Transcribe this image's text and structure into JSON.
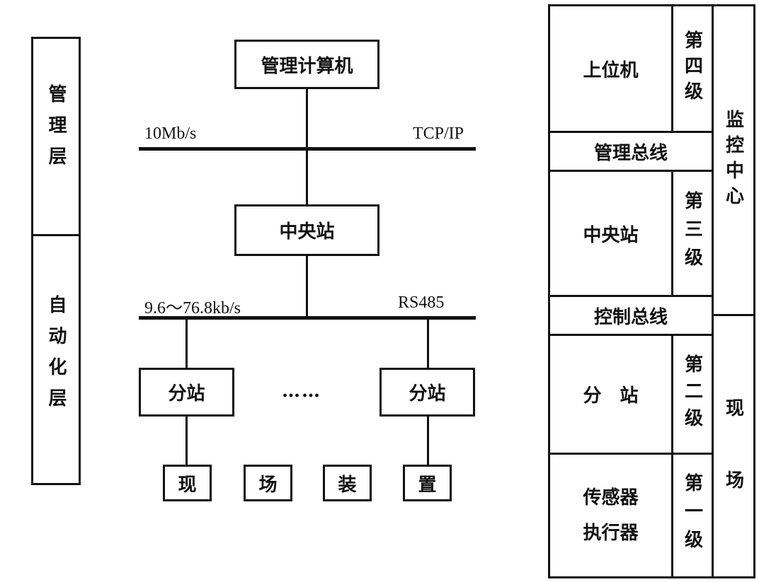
{
  "left_column": {
    "top_label": "管理层",
    "bottom_label": "自动化层"
  },
  "center": {
    "management_computer": "管理计算机",
    "bus1_speed": "10Mb/s",
    "bus1_protocol": "TCP/IP",
    "central_station": "中央站",
    "bus2_speed": "9.6～76.8kb/s",
    "bus2_protocol": "RS485",
    "substation_left": "分站",
    "ellipsis": "……",
    "substation_right": "分站",
    "field_devices": [
      "现",
      "场",
      "装",
      "置"
    ]
  },
  "right_table": {
    "host": "上位机",
    "level4": "第四级",
    "mgmt_bus": "管理总线",
    "central_station": "中央站",
    "level3": "第三级",
    "control_bus": "控制总线",
    "substation": "分　站",
    "level2": "第二级",
    "sensor_executor": "传感器\n执行器",
    "level1": "第一级",
    "monitor_center": "监控中心",
    "field": "现　　场"
  }
}
